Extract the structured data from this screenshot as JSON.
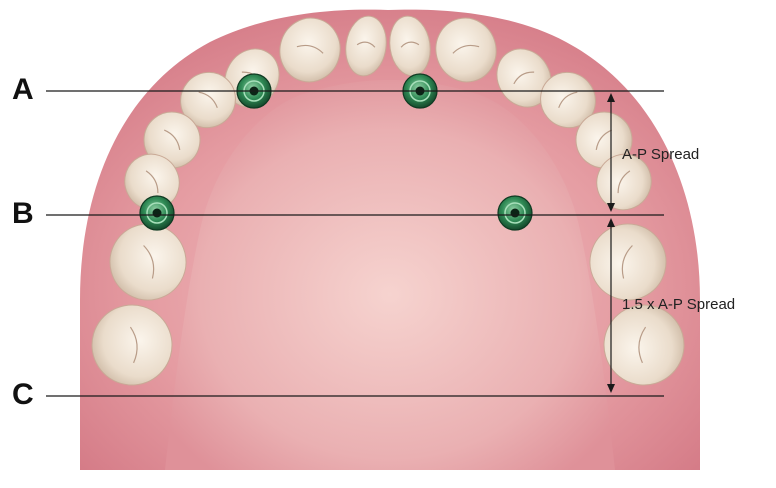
{
  "figure": {
    "reference_lines": [
      {
        "id": "A",
        "label": "A"
      },
      {
        "id": "B",
        "label": "B"
      },
      {
        "id": "C",
        "label": "C"
      }
    ],
    "dimensions": [
      {
        "id": "ap",
        "label": "A-P Spread",
        "from": "A",
        "to": "B"
      },
      {
        "id": "cantilever",
        "label": "1.5 x A-P Spread",
        "from": "B",
        "to": "C"
      }
    ],
    "implant_count": 4,
    "colors": {
      "gingiva": "#d9808c",
      "palate": "#e9a9ad",
      "tooth": "#efe3d4",
      "implant": "#2e7a4c",
      "line": "#1a1a1a"
    }
  }
}
